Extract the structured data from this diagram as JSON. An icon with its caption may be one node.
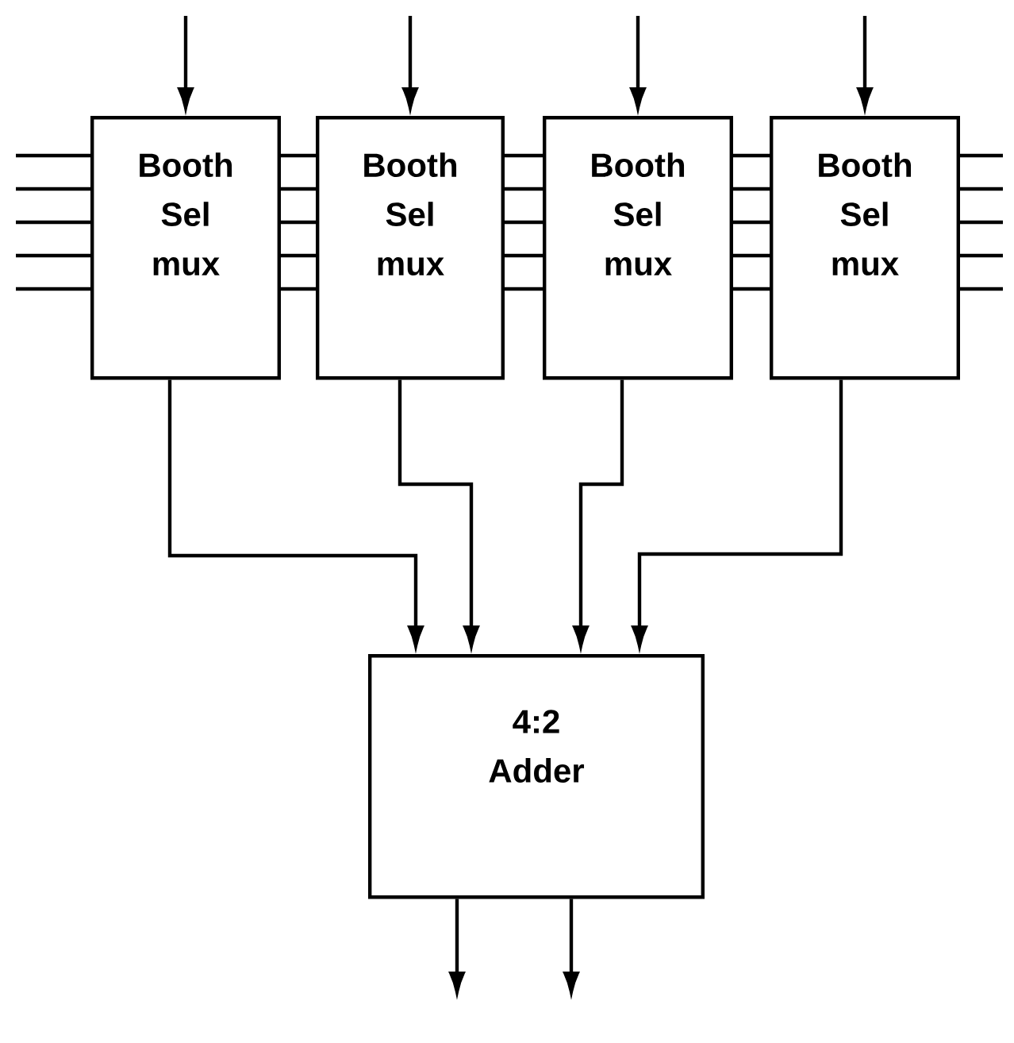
{
  "diagram": {
    "nodes": [
      {
        "text": [
          "Booth Sel mux"
        ]
      },
      {
        "text": [
          "Booth Sel mux"
        ]
      },
      {
        "text": [
          "Booth Sel mux"
        ]
      },
      {
        "text": [
          "Booth Sel mux"
        ]
      },
      {
        "text": [
          "4:2 Adder"
        ]
      }
    ],
    "edges": [
      {
        "from": null,
        "to": 0,
        "arrow": "to"
      },
      {
        "from": null,
        "to": 1,
        "arrow": "to"
      },
      {
        "from": null,
        "to": 2,
        "arrow": "to"
      },
      {
        "from": null,
        "to": 3,
        "arrow": "to"
      },
      {
        "from": null,
        "to": 0,
        "arrow": "none"
      },
      {
        "from": null,
        "to": 0,
        "arrow": "none"
      },
      {
        "from": null,
        "to": 0,
        "arrow": "none"
      },
      {
        "from": null,
        "to": 0,
        "arrow": "none"
      },
      {
        "from": null,
        "to": 0,
        "arrow": "none"
      },
      {
        "from": 0,
        "to": 1,
        "arrow": "none"
      },
      {
        "from": 0,
        "to": 1,
        "arrow": "none"
      },
      {
        "from": 0,
        "to": 1,
        "arrow": "none"
      },
      {
        "from": 0,
        "to": 1,
        "arrow": "none"
      },
      {
        "from": 0,
        "to": 1,
        "arrow": "none"
      },
      {
        "from": 1,
        "to": 2,
        "arrow": "none"
      },
      {
        "from": 1,
        "to": 2,
        "arrow": "none"
      },
      {
        "from": 1,
        "to": 2,
        "arrow": "none"
      },
      {
        "from": 1,
        "to": 2,
        "arrow": "none"
      },
      {
        "from": 1,
        "to": 2,
        "arrow": "none"
      },
      {
        "from": 2,
        "to": 3,
        "arrow": "none"
      },
      {
        "from": 2,
        "to": 3,
        "arrow": "none"
      },
      {
        "from": 2,
        "to": 3,
        "arrow": "none"
      },
      {
        "from": 2,
        "to": 3,
        "arrow": "none"
      },
      {
        "from": 2,
        "to": 3,
        "arrow": "none"
      },
      {
        "from": 3,
        "to": null,
        "arrow": "none"
      },
      {
        "from": 3,
        "to": null,
        "arrow": "none"
      },
      {
        "from": 3,
        "to": null,
        "arrow": "none"
      },
      {
        "from": 3,
        "to": null,
        "arrow": "none"
      },
      {
        "from": 3,
        "to": null,
        "arrow": "none"
      },
      {
        "from": 0,
        "to": 4,
        "arrow": "to"
      },
      {
        "from": 1,
        "to": 4,
        "arrow": "to"
      },
      {
        "from": 2,
        "to": 4,
        "arrow": "to"
      },
      {
        "from": 3,
        "to": 4,
        "arrow": "to"
      },
      {
        "from": 4,
        "to": null,
        "arrow": "to"
      },
      {
        "from": 4,
        "to": null,
        "arrow": "to"
      }
    ]
  }
}
